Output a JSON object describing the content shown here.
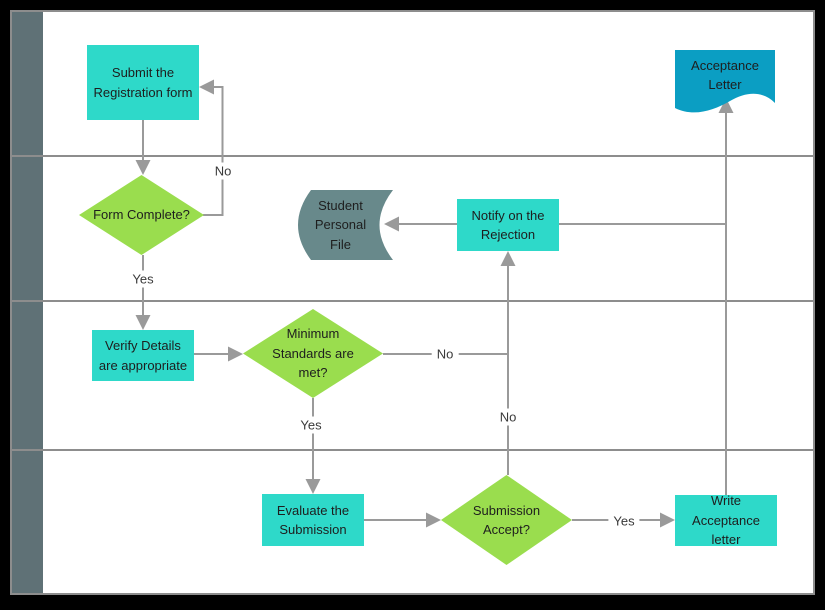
{
  "colors": {
    "page_bg": "#000000",
    "canvas_bg": "#ffffff",
    "canvas_border": "#8d8d8d",
    "lane_band": "#5f7176",
    "connector": "#9a9a9a",
    "process_fill": "#2ed9c9",
    "decision_fill": "#9add4e",
    "stored_data_fill": "#68898b",
    "document_fill": "#0b9ec3",
    "node_text": "#1e1e1e",
    "label_text": "#3a3a3a"
  },
  "nodes": {
    "submit": {
      "label": "Submit the\nRegistration form",
      "type": "process"
    },
    "form_complete": {
      "label": "Form Complete?",
      "type": "decision"
    },
    "student_file": {
      "label": "Student\nPersonal\nFile",
      "type": "stored-data"
    },
    "notify_rejection": {
      "label": "Notify on the\nRejection",
      "type": "process"
    },
    "acceptance_letter": {
      "label": "Acceptance\nLetter",
      "type": "document"
    },
    "verify_details": {
      "label": "Verify Details\nare appropriate",
      "type": "process"
    },
    "min_standards": {
      "label": "Minimum\nStandards are\nmet?",
      "type": "decision"
    },
    "evaluate": {
      "label": "Evaluate the\nSubmission",
      "type": "process"
    },
    "submission_accept": {
      "label": "Submission\nAccept?",
      "type": "decision"
    },
    "write_letter": {
      "label": "Write\nAcceptance\nletter",
      "type": "process"
    }
  },
  "edge_labels": {
    "form_complete_no": "No",
    "form_complete_yes": "Yes",
    "standards_no": "No",
    "standards_yes": "Yes",
    "submission_no": "No",
    "submission_yes": "Yes"
  }
}
